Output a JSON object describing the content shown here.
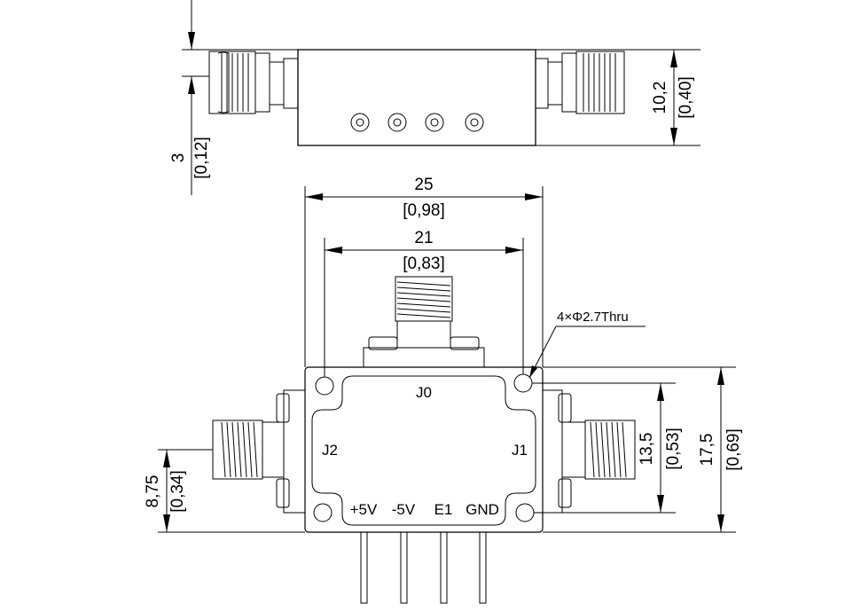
{
  "dimensions": {
    "side_height": {
      "value": "10,2",
      "inch": "[0,40]"
    },
    "side_offset": {
      "value": "3",
      "inch": "[0,12]"
    },
    "overall_width": {
      "value": "25",
      "inch": "[0,98]"
    },
    "hole_spacing": {
      "value": "21",
      "inch": "[0,83]"
    },
    "hole_note": "4×Φ2.7Thru",
    "hole_pitch_vertical": {
      "value": "13,5",
      "inch": "[0,53]"
    },
    "overall_height": {
      "value": "17,5",
      "inch": "[0,69]"
    },
    "port_height": {
      "value": "8,75",
      "inch": "[0,34]"
    }
  },
  "ports": {
    "j0": "J0",
    "j1": "J1",
    "j2": "J2"
  },
  "pins": [
    "+5V",
    "-5V",
    "E1",
    "GND"
  ]
}
